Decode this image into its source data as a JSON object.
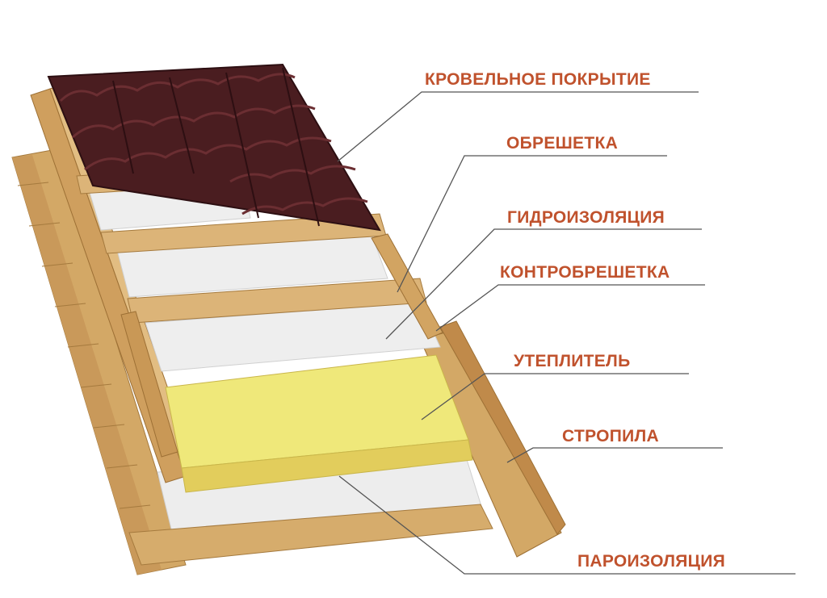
{
  "colors": {
    "label_text": "#c0522d",
    "leader_line": "#555555",
    "tile": "#4a1d20",
    "tile_highlight": "#6b2e32",
    "wood": "#d9b273",
    "wood_dark": "#b8884a",
    "membrane": "#eeeeee",
    "insulation": "#efe97a",
    "insulation_edge": "#c9b64a"
  },
  "layers": [
    {
      "id": "roofing",
      "label": "КРОВЕЛЬНОЕ ПОКРЫТИЕ"
    },
    {
      "id": "battens",
      "label": "ОБРЕШЕТКА"
    },
    {
      "id": "waterproofing",
      "label": "ГИДРОИЗОЛЯЦИЯ"
    },
    {
      "id": "counter-battens",
      "label": "КОНТРОБРЕШЕТКА"
    },
    {
      "id": "insulation",
      "label": "УТЕПЛИТЕЛЬ"
    },
    {
      "id": "rafters",
      "label": "СТРОПИЛА"
    },
    {
      "id": "vapor-barrier",
      "label": "ПАРОИЗОЛЯЦИЯ"
    }
  ]
}
